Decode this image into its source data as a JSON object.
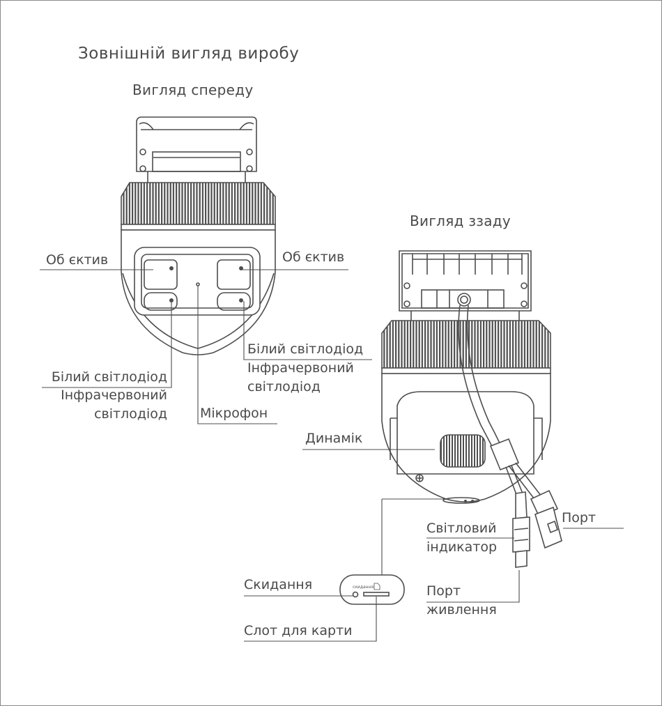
{
  "title": "Зовнішній вигляд виробу",
  "front_view": {
    "heading": "Вигляд спереду",
    "labels": {
      "lens_left": "Об єктив",
      "lens_right": "Об єктив",
      "led_left_line1": "Білий світлодіод",
      "led_left_line2": "Інфрачервоний",
      "led_left_line3": "світлодіод",
      "led_right_line1": "Білий світлодіод",
      "led_right_line2": "Інфрачервоний",
      "led_right_line3": "світлодіод",
      "microphone": "Мікрофон"
    }
  },
  "rear_view": {
    "heading": "Вигляд ззаду",
    "labels": {
      "speaker": "Динамік",
      "port": "Порт",
      "indicator_line1": "Світловий",
      "indicator_line2": "індикатор",
      "reset": "Скидання",
      "card_slot": "Слот для карти",
      "power_line1": "Порт",
      "power_line2": "живлення",
      "reset_inset": "скидання"
    }
  },
  "colors": {
    "stroke": "#4d4d4d",
    "text": "#4a4a4a",
    "border": "#8a8a8a"
  }
}
